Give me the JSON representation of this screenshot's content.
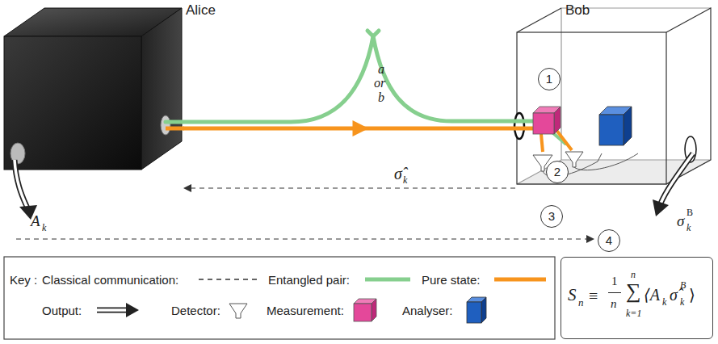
{
  "diagram": {
    "nodes": [
      {
        "text": [
          "Alice"
        ]
      },
      {
        "text": [
          "Bob"
        ]
      },
      {
        "text": [
          "1"
        ]
      },
      {
        "text": [
          "2"
        ]
      },
      {
        "text": [
          "3"
        ]
      },
      {
        "text": [
          "4"
        ]
      },
      {
        "text": [
          "S",
          "n",
          "≡",
          "1",
          "n",
          "∑",
          "n",
          "k=1",
          "⟨A",
          "k",
          "σ̂",
          "k",
          "B",
          "⟩"
        ]
      }
    ],
    "edges": [
      {
        "from": 0,
        "to": 1,
        "arrow": "to"
      },
      {
        "from": 1,
        "to": 0,
        "arrow": "to",
        "label": "σ̂"
      }
    ],
    "labels": [
      "a",
      "or",
      "b",
      "k",
      "A",
      "k",
      "σ",
      "k",
      "B",
      "Key :"
    ],
    "legend": [
      {
        "text": "Classical communication:"
      },
      {
        "text": "Entangled pair:"
      },
      {
        "text": "Pure state:"
      },
      {
        "text": "Output:"
      },
      {
        "text": "Detector:"
      },
      {
        "text": "Measurement:"
      },
      {
        "text": "Analyser:"
      }
    ]
  }
}
